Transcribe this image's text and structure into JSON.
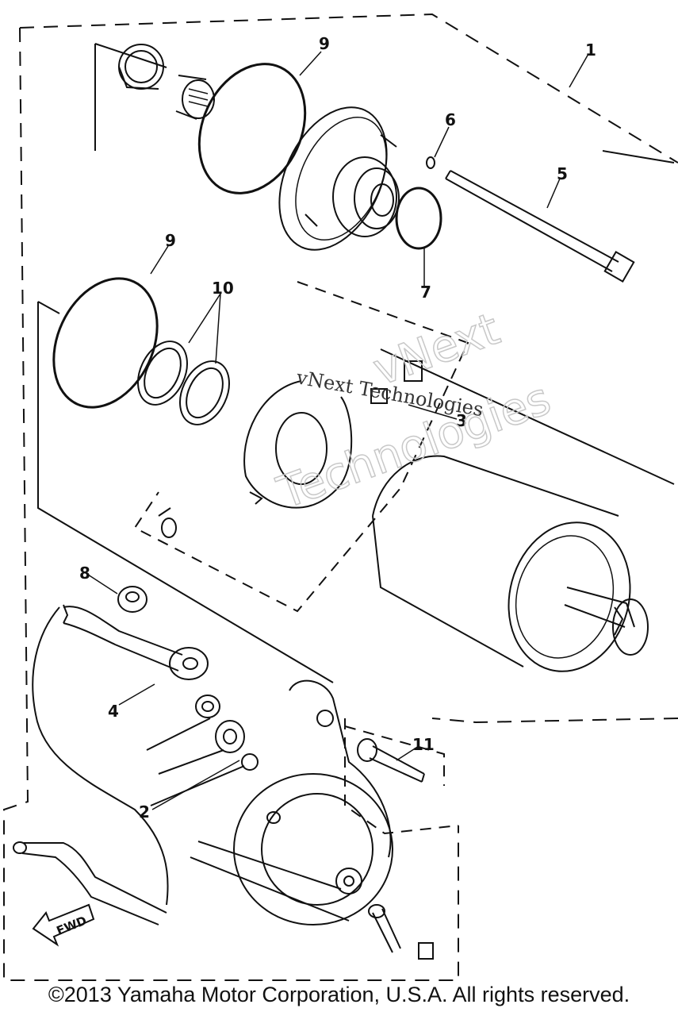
{
  "callouts": {
    "c1": "1",
    "c2": "2",
    "c3": "3",
    "c4": "4",
    "c5": "5",
    "c6": "6",
    "c7": "7",
    "c8": "8",
    "c9a": "9",
    "c9b": "9",
    "c10": "10",
    "c11": "11"
  },
  "direction_label": "FWD",
  "watermark": {
    "small": "vNext Technologies",
    "big_line1": "vNext",
    "big_line2": "Technologies"
  },
  "copyright": "©2013 Yamaha Motor Corporation, U.S.A. All rights reserved."
}
